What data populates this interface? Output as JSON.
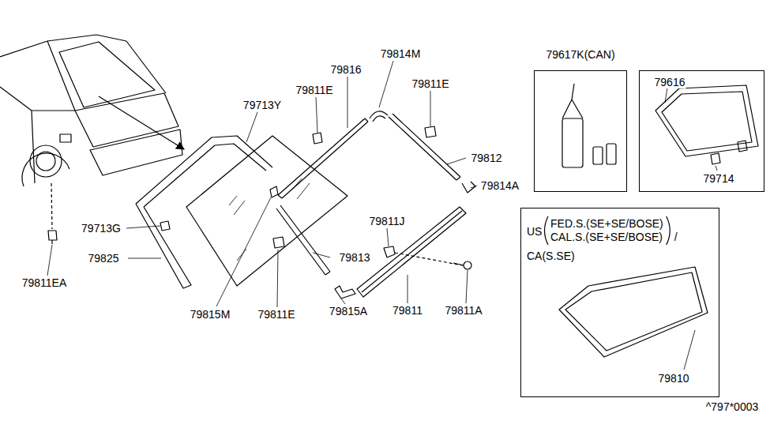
{
  "diagram": {
    "nodes": [
      {
        "text": [
          "79617K(CAN)"
        ]
      },
      {
        "text": [
          "79616",
          "79714"
        ]
      },
      {
        "text": [
          "US",
          "FED.S.(SE+SE/BOSE)",
          "CAL.S.(SE+SE/BOSE)",
          "/",
          "CA(S.SE)",
          "79810"
        ]
      }
    ],
    "labels": [
      "79814M",
      "79816",
      "79811E",
      "79811E",
      "79713Y",
      "79812",
      "79814A",
      "79713G",
      "79811J",
      "79825",
      "79813",
      "79811EA",
      "79815M",
      "79811E",
      "79815A",
      "79811",
      "79811A",
      "^797*0003"
    ]
  }
}
